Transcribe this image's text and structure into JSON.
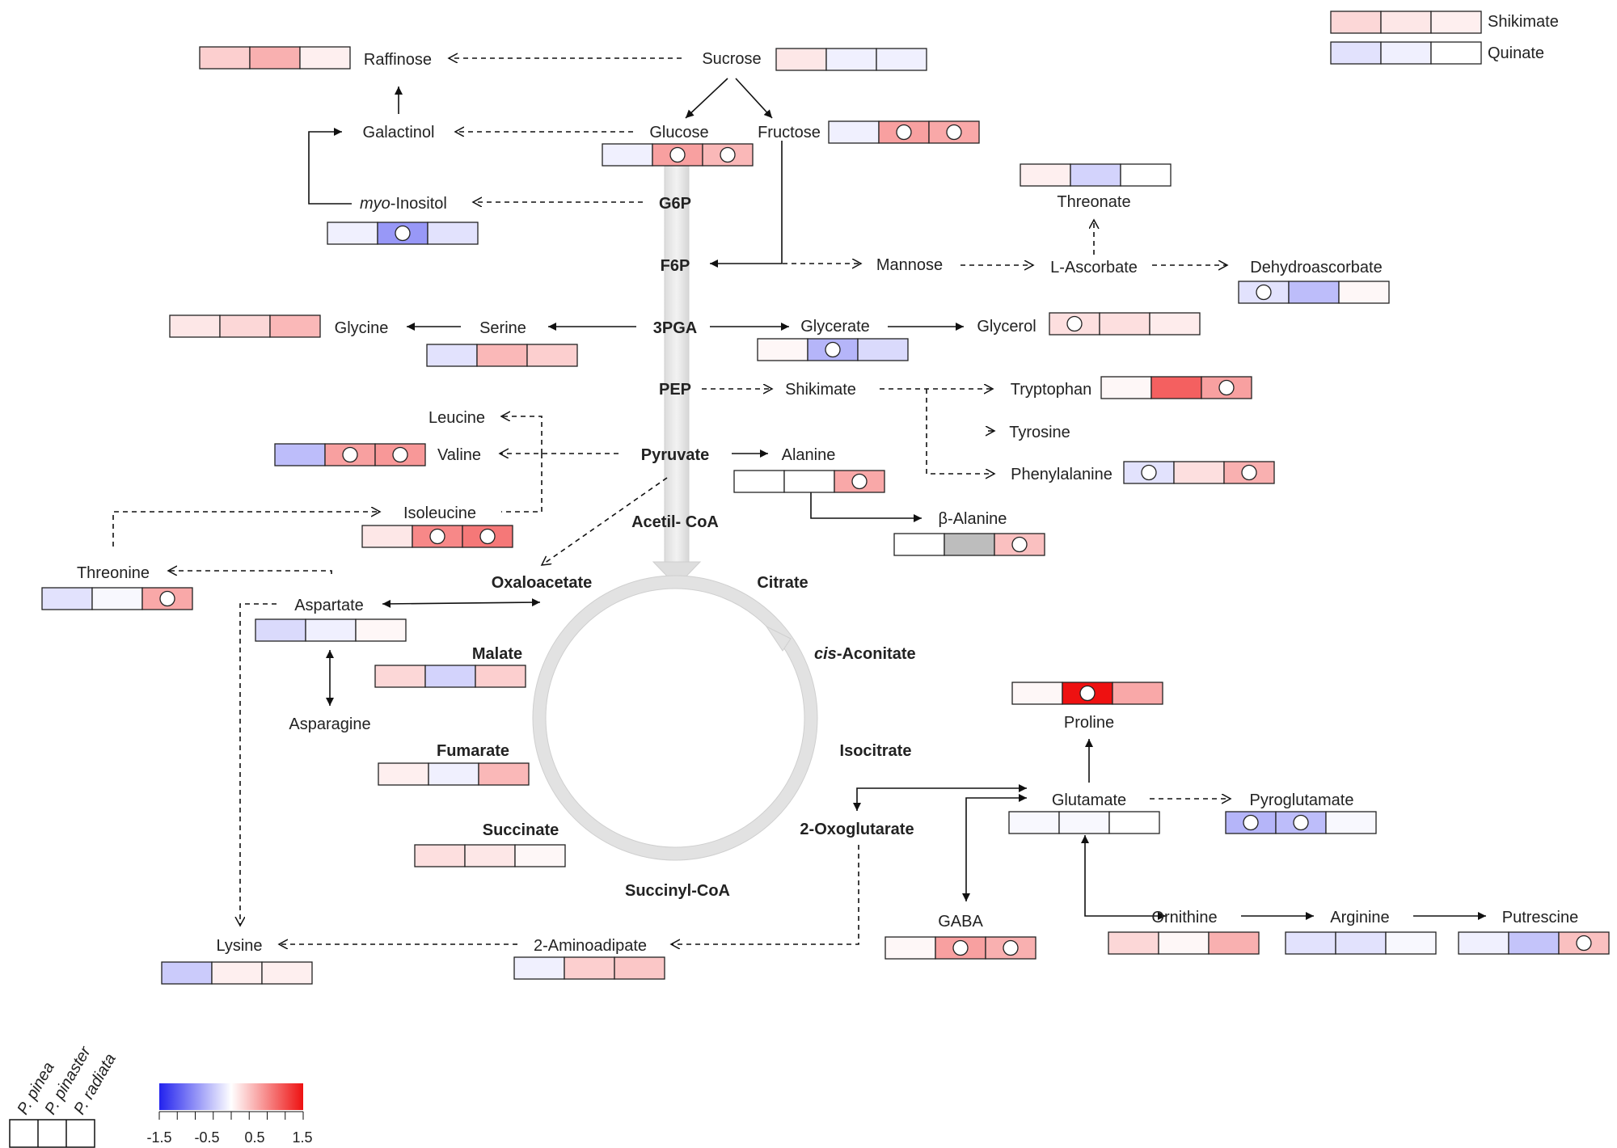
{
  "legend": {
    "shikimate": "Shikimate",
    "quinate": "Quinate",
    "species": [
      "P. pinea",
      "P. pinaster",
      "P. radiata"
    ],
    "scale_ticks": [
      "-1.5",
      "-0.5",
      "0.5",
      "1.5"
    ],
    "scale_colors": {
      "low": "#2222ee",
      "mid": "#ffffff",
      "high": "#ee1111"
    },
    "shikimate_cells": [
      0.25,
      0.15,
      0.1
    ],
    "quinate_cells": [
      -0.2,
      -0.1,
      0.0
    ]
  },
  "metabolites": [
    {
      "id": "sucrose",
      "label": "Sucrose",
      "values": [
        0.15,
        -0.1,
        -0.1
      ],
      "sig": [
        false,
        false,
        false
      ]
    },
    {
      "id": "raffinose",
      "label": "Raffinose",
      "values": [
        0.3,
        0.5,
        0.1
      ],
      "sig": [
        false,
        false,
        false
      ]
    },
    {
      "id": "galactinol",
      "label": "Galactinol"
    },
    {
      "id": "glucose",
      "label": "Glucose",
      "values": [
        -0.1,
        0.6,
        0.45
      ],
      "sig": [
        false,
        true,
        true
      ]
    },
    {
      "id": "fructose",
      "label": "Fructose",
      "values": [
        -0.1,
        0.6,
        0.55
      ],
      "sig": [
        false,
        true,
        true
      ]
    },
    {
      "id": "myo_inositol",
      "label": "-Inositol",
      "prefix": "myo",
      "values": [
        -0.1,
        -0.7,
        -0.2
      ],
      "sig": [
        false,
        true,
        false
      ]
    },
    {
      "id": "g6p",
      "label": "G6P"
    },
    {
      "id": "f6p",
      "label": "F6P"
    },
    {
      "id": "threonate",
      "label": "Threonate",
      "values": [
        0.1,
        -0.3,
        0.0
      ],
      "sig": [
        false,
        false,
        false
      ]
    },
    {
      "id": "mannose",
      "label": "Mannose"
    },
    {
      "id": "l_ascorbate",
      "label": "L-Ascorbate"
    },
    {
      "id": "dehydroascorbate",
      "label": "Dehydroascorbate",
      "values": [
        -0.2,
        -0.45,
        0.05
      ],
      "sig": [
        true,
        false,
        false
      ]
    },
    {
      "id": "glycine",
      "label": "Glycine",
      "values": [
        0.15,
        0.25,
        0.45
      ],
      "sig": [
        false,
        false,
        false
      ]
    },
    {
      "id": "serine",
      "label": "Serine",
      "values": [
        -0.2,
        0.45,
        0.3
      ],
      "sig": [
        false,
        false,
        false
      ]
    },
    {
      "id": "pga",
      "label": "3PGA"
    },
    {
      "id": "glycerate",
      "label": "Glycerate",
      "values": [
        0.05,
        -0.5,
        -0.25
      ],
      "sig": [
        false,
        true,
        false
      ]
    },
    {
      "id": "glycerol",
      "label": "Glycerol",
      "values": [
        0.2,
        0.2,
        0.12
      ],
      "sig": [
        true,
        false,
        false
      ]
    },
    {
      "id": "pep",
      "label": "PEP"
    },
    {
      "id": "shikimate_node",
      "label": "Shikimate"
    },
    {
      "id": "tryptophan",
      "label": "Tryptophan",
      "values": [
        0.05,
        1.0,
        0.6
      ],
      "sig": [
        false,
        false,
        true
      ]
    },
    {
      "id": "tyrosine",
      "label": "Tyrosine"
    },
    {
      "id": "phenylalanine",
      "label": "Phenylalanine",
      "values": [
        -0.2,
        0.2,
        0.5
      ],
      "sig": [
        true,
        false,
        true
      ]
    },
    {
      "id": "leucine",
      "label": "Leucine"
    },
    {
      "id": "valine",
      "label": "Valine",
      "values": [
        -0.45,
        0.6,
        0.65
      ],
      "sig": [
        false,
        true,
        true
      ]
    },
    {
      "id": "pyruvate",
      "label": "Pyruvate"
    },
    {
      "id": "alanine",
      "label": "Alanine",
      "values": [
        0.0,
        0.0,
        0.55
      ],
      "sig": [
        false,
        false,
        true
      ]
    },
    {
      "id": "acetyl_coa",
      "label": "Acetil- CoA"
    },
    {
      "id": "isoleucine",
      "label": "Isoleucine",
      "values": [
        0.15,
        0.75,
        0.85
      ],
      "sig": [
        false,
        true,
        true
      ]
    },
    {
      "id": "beta_alanine",
      "label": "β-Alanine",
      "values": [
        0.0,
        "nd",
        0.4
      ],
      "sig": [
        false,
        false,
        true
      ]
    },
    {
      "id": "threonine",
      "label": "Threonine",
      "values": [
        -0.2,
        -0.05,
        0.55
      ],
      "sig": [
        false,
        false,
        true
      ]
    },
    {
      "id": "oxaloacetate",
      "label": "Oxaloacetate"
    },
    {
      "id": "citrate",
      "label": "Citrate"
    },
    {
      "id": "aspartate",
      "label": "Aspartate",
      "values": [
        -0.25,
        -0.1,
        0.05
      ],
      "sig": [
        false,
        false,
        false
      ]
    },
    {
      "id": "malate",
      "label": "Malate",
      "values": [
        0.25,
        -0.3,
        0.3
      ],
      "sig": [
        false,
        false,
        false
      ]
    },
    {
      "id": "cis_aconitate",
      "label": "-Aconitate",
      "prefix": "cis"
    },
    {
      "id": "asparagine",
      "label": "Asparagine"
    },
    {
      "id": "fumarate",
      "label": "Fumarate",
      "values": [
        0.1,
        -0.1,
        0.45
      ],
      "sig": [
        false,
        false,
        false
      ]
    },
    {
      "id": "isocitrate",
      "label": "Isocitrate"
    },
    {
      "id": "proline",
      "label": "Proline",
      "values": [
        0.05,
        1.5,
        0.55
      ],
      "sig": [
        false,
        true,
        false
      ]
    },
    {
      "id": "glutamate",
      "label": "Glutamate",
      "values": [
        -0.05,
        -0.05,
        0.0
      ],
      "sig": [
        false,
        false,
        false
      ]
    },
    {
      "id": "pyroglutamate",
      "label": "Pyroglutamate",
      "values": [
        -0.5,
        -0.45,
        -0.05
      ],
      "sig": [
        true,
        true,
        false
      ]
    },
    {
      "id": "oxoglutarate",
      "label": "2-Oxoglutarate"
    },
    {
      "id": "succinate",
      "label": "Succinate",
      "values": [
        0.2,
        0.15,
        0.05
      ],
      "sig": [
        false,
        false,
        false
      ]
    },
    {
      "id": "succinyl_coa",
      "label": "Succinyl-CoA"
    },
    {
      "id": "gaba",
      "label": "GABA",
      "values": [
        0.05,
        0.6,
        0.5
      ],
      "sig": [
        false,
        true,
        true
      ]
    },
    {
      "id": "ornithine",
      "label": "Ornithine",
      "values": [
        0.25,
        0.05,
        0.5
      ],
      "sig": [
        false,
        false,
        false
      ]
    },
    {
      "id": "arginine",
      "label": "Arginine",
      "values": [
        -0.2,
        -0.2,
        -0.05
      ],
      "sig": [
        false,
        false,
        false
      ]
    },
    {
      "id": "putrescine",
      "label": "Putrescine",
      "values": [
        -0.1,
        -0.4,
        0.4
      ],
      "sig": [
        false,
        false,
        true
      ]
    },
    {
      "id": "lysine",
      "label": "Lysine",
      "values": [
        -0.35,
        0.1,
        0.1
      ],
      "sig": [
        false,
        false,
        false
      ]
    },
    {
      "id": "aminoadipate",
      "label": "2-Aminoadipate",
      "values": [
        -0.1,
        0.3,
        0.35
      ],
      "sig": [
        false,
        false,
        false
      ]
    }
  ]
}
